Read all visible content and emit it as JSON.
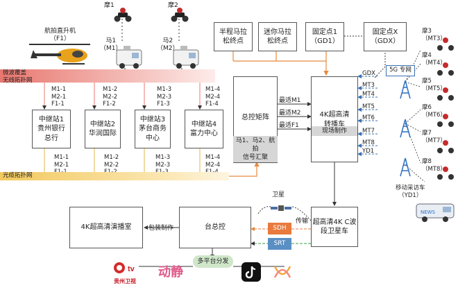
{
  "top_labels": {
    "moto1": "摩1",
    "moto2": "摩2",
    "heli": "航拍直升机\n（F1）",
    "ma1": "马1\n（M1）",
    "ma2": "马2\n（M2）"
  },
  "networks": {
    "microwave": "微波覆盖\n无线拓扑网",
    "fiber": "光缆拓扑网"
  },
  "relay_stations": [
    {
      "name": "中继站1\n贵州银行\n总行",
      "up": "M1-1\nM2-1\nF1-1",
      "down": "M1-1\nM2-1\nF1-1"
    },
    {
      "name": "中继站2\n华润国际",
      "up": "M1-2\nM2-2\nF1-2",
      "down": "M1-2\nM2-2\nF1-2"
    },
    {
      "name": "中继站3\n茅台商务\n中心",
      "up": "M1-3\nM2-3\nF1-3",
      "down": "M1-3\nM2-3\nF1-3"
    },
    {
      "name": "中继站4\n富力中心",
      "up": "M1-4\nM2-4\nF1-4",
      "down": "M1-4\nM2-4\nF1-4"
    }
  ],
  "endpoints": [
    {
      "label": "半程马拉\n松终点"
    },
    {
      "label": "迷你马拉\n松终点"
    },
    {
      "label": "固定点1\n（GD1）"
    },
    {
      "label": "固定点X\n（GDX）"
    }
  ],
  "matrix": {
    "title": "总控矩阵",
    "gather": "马1、马2、航拍\n信号汇聚",
    "outputs": [
      "最适M1",
      "最适M2",
      "最适F1"
    ]
  },
  "relay_car": {
    "title": "4K超高清\n转播车",
    "sub": "现场制作"
  },
  "network_5g": {
    "label": "5G 专网",
    "inputs": [
      "GDX",
      "MT3",
      "MT4",
      "MT5",
      "MT6",
      "MT7",
      "MT8",
      "YD1"
    ]
  },
  "right_motos": [
    {
      "label": "摩3\n（MT3）"
    },
    {
      "label": "摩4\n（MT4）"
    },
    {
      "label": "摩5\n（MT5）"
    },
    {
      "label": "摩6\n（MT6）"
    },
    {
      "label": "摩7\n（MT7）"
    },
    {
      "label": "摩8\n（MT8）"
    }
  ],
  "mobile_van": "移动采访车\n（YD1）",
  "van_badge": "NEWS",
  "satellite": "卫星",
  "transmit": "传输",
  "sat_car": "超高清4K C波\n段卫星车",
  "sdh": "SDH",
  "srt": "SRT",
  "studio": "4K超高清演播室",
  "packaging": "包装制作",
  "master_control": "台总控",
  "distribution": "多平台分发",
  "logos": {
    "gztv_tv": "tv",
    "gztv": "贵州卫视",
    "dongjing": "动静"
  },
  "colors": {
    "red_bar": "#e8776f",
    "yellow_bar": "#f2c95e",
    "orange_line": "#e88a3d",
    "blue_dash": "#3a6fb0",
    "green_dash": "#37a34a",
    "sdh": "#e87a3d",
    "srt": "#5a8fc4"
  }
}
